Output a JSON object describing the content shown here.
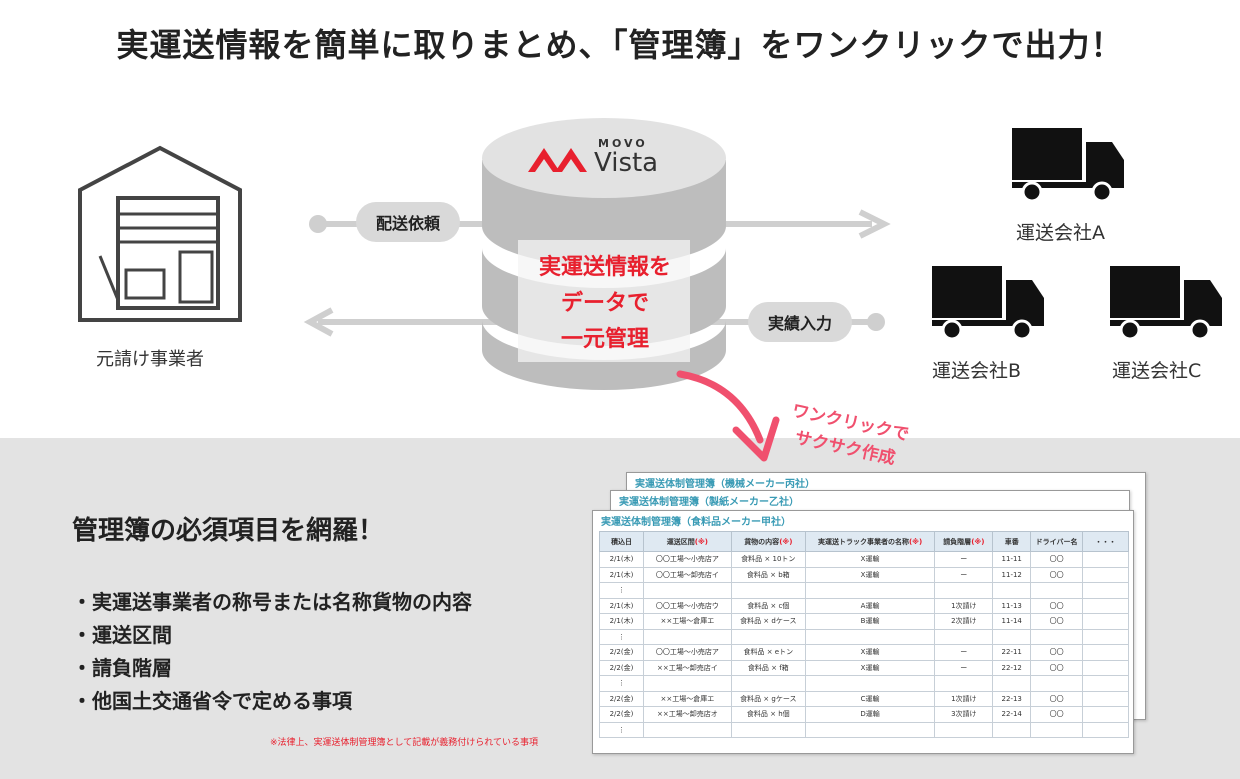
{
  "headline": "実運送情報を簡単に取りまとめ、「管理簿」をワンクリックで出力！",
  "logo": {
    "top_text": "MOVO",
    "name": "Vista"
  },
  "shipper_label": "元請け事業者",
  "request_label": "配送依頼",
  "result_label": "実績入力",
  "db_text": [
    "実運送情報を",
    "データで",
    "一元管理"
  ],
  "carriers": [
    "運送会社A",
    "運送会社B",
    "運送会社C"
  ],
  "one_click": [
    "ワンクリックで",
    "サクサク作成"
  ],
  "panel": {
    "title": "管理簿の必須項目を網羅！",
    "bullets": [
      "実運送事業者の称号または名称貨物の内容",
      "運送区間",
      "請負階層",
      "他国土交通省令で定める事項"
    ],
    "note": "※法律上、実運送体制管理簿として記載が義務付けられている事項"
  },
  "sheets": [
    "実運送体制管理簿（機械メーカー丙社）",
    "実運送体制管理簿（製紙メーカー乙社）",
    "実運送体制管理簿（食料品メーカー甲社）"
  ],
  "ledger": {
    "headers": [
      {
        "text": "積込日",
        "mark": ""
      },
      {
        "text": "運送区間",
        "mark": "(※)"
      },
      {
        "text": "貨物の内容",
        "mark": "(※)"
      },
      {
        "text": "実運送トラック事業者の名称",
        "mark": "(※)"
      },
      {
        "text": "請負階層",
        "mark": "(※)"
      },
      {
        "text": "車番",
        "mark": ""
      },
      {
        "text": "ドライバー名",
        "mark": ""
      },
      {
        "text": "・・・",
        "mark": ""
      }
    ],
    "rows": [
      [
        "2/1(木)",
        "〇〇工場〜小売店ア",
        "食料品 × 10トン",
        "X運輸",
        "ー",
        "11-11",
        "〇〇",
        ""
      ],
      [
        "2/1(木)",
        "〇〇工場〜卸売店イ",
        "食料品 × b箱",
        "X運輸",
        "ー",
        "11-12",
        "〇〇",
        ""
      ],
      [
        "⋮",
        "",
        "",
        "",
        "",
        "",
        "",
        ""
      ],
      [
        "2/1(木)",
        "〇〇工場〜小売店ウ",
        "食料品 × c個",
        "A運輸",
        "1次請け",
        "11-13",
        "〇〇",
        ""
      ],
      [
        "2/1(木)",
        "××工場〜倉庫エ",
        "食料品 × dケース",
        "B運輸",
        "2次請け",
        "11-14",
        "〇〇",
        ""
      ],
      [
        "⋮",
        "",
        "",
        "",
        "",
        "",
        "",
        ""
      ],
      [
        "2/2(金)",
        "〇〇工場〜小売店ア",
        "食料品 × eトン",
        "X運輸",
        "ー",
        "22-11",
        "〇〇",
        ""
      ],
      [
        "2/2(金)",
        "××工場〜卸売店イ",
        "食料品 × f箱",
        "X運輸",
        "ー",
        "22-12",
        "〇〇",
        ""
      ],
      [
        "⋮",
        "",
        "",
        "",
        "",
        "",
        "",
        ""
      ],
      [
        "2/2(金)",
        "××工場〜倉庫エ",
        "食料品 × gケース",
        "C運輸",
        "1次請け",
        "22-13",
        "〇〇",
        ""
      ],
      [
        "2/2(金)",
        "××工場〜卸売店オ",
        "食料品 × h個",
        "D運輸",
        "3次請け",
        "22-14",
        "〇〇",
        ""
      ],
      [
        "⋮",
        "",
        "",
        "",
        "",
        "",
        "",
        ""
      ]
    ]
  },
  "colors": {
    "accent_red": "#e8202e",
    "pink_arrow": "#f0506e",
    "title_teal": "#3a9bb5",
    "panel_gray": "#e3e3e3"
  }
}
